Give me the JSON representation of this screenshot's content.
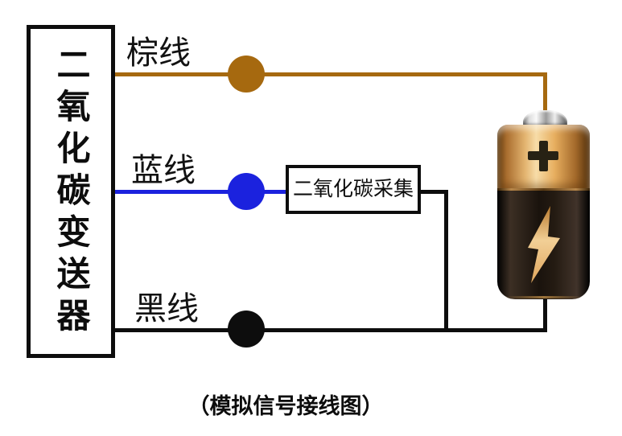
{
  "diagram": {
    "transmitter": {
      "label": "二氧化碳变送器"
    },
    "collector": {
      "label": "二氧化碳采集"
    },
    "wires": {
      "brown": {
        "label": "棕线",
        "color": "#A6690F"
      },
      "blue": {
        "label": "蓝线",
        "color": "#1B22DE"
      },
      "black": {
        "label": "黑线",
        "color": "#0D0D0D"
      }
    },
    "battery": {
      "icons": {
        "positive_terminal": "plus",
        "power_bolt": "lightning"
      },
      "colors": {
        "gold_section": "#E7AE5F",
        "black_section": "#1A130D",
        "cap_silver": "#DCDCDC",
        "bolt_gold": "#EFC285"
      }
    },
    "caption": "（模拟信号接线图）"
  }
}
